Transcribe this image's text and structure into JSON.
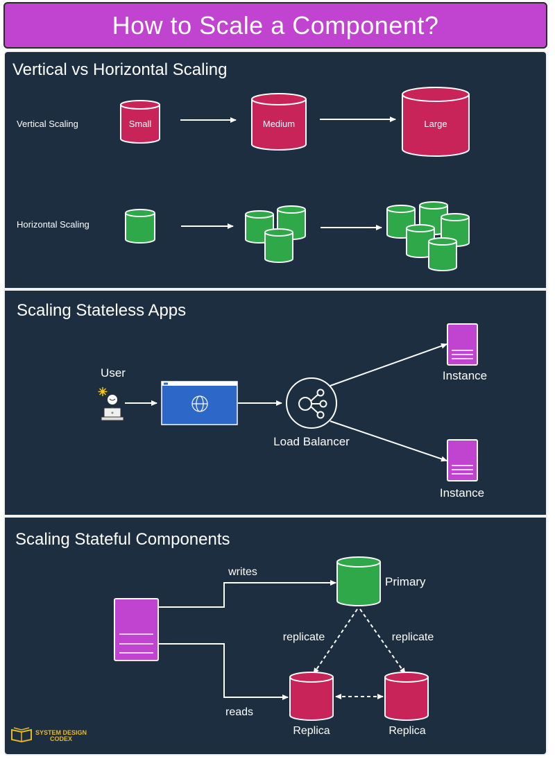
{
  "title": "How to Scale a Component?",
  "sections": {
    "vertical_horizontal": {
      "heading": "Vertical vs Horizontal Scaling",
      "vertical_label": "Vertical Scaling",
      "horizontal_label": "Horizontal Scaling",
      "small": "Small",
      "medium": "Medium",
      "large": "Large"
    },
    "stateless": {
      "heading": "Scaling Stateless Apps",
      "user": "User",
      "load_balancer": "Load Balancer",
      "instance_1": "Instance",
      "instance_2": "Instance"
    },
    "stateful": {
      "heading": "Scaling Stateful Components",
      "writes": "writes",
      "reads": "reads",
      "primary": "Primary",
      "replicate_left": "replicate",
      "replicate_right": "replicate",
      "replica_1": "Replica",
      "replica_2": "Replica"
    }
  },
  "logo": {
    "line1": "SYSTEM DESIGN",
    "line2": "CODEX"
  },
  "colors": {
    "title_bar": "#c144d0",
    "panel_bg": "#1c2e40",
    "db_red": "#c8245a",
    "db_green": "#2fa84a",
    "server_purple": "#c144d0",
    "browser_blue": "#2d67c8",
    "logo_gold": "#e8b923"
  }
}
